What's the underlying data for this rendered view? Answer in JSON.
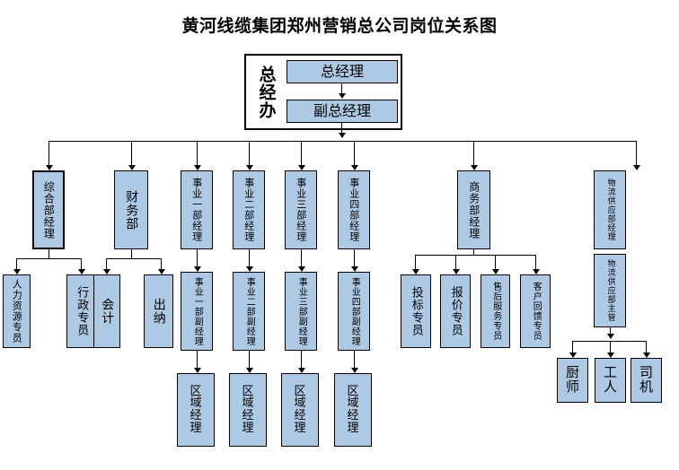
{
  "title": "黄河线缆集团郑州营销总公司岗位关系图",
  "header": {
    "group_label": "总经办",
    "gm": "总经理",
    "deputy_gm": "副总经理"
  },
  "colors": {
    "node_fill": "#aec9e3",
    "node_border": "#000000",
    "connector": "#000000",
    "background": "#ffffff",
    "text": "#000000"
  },
  "branches": [
    {
      "id": "general-affairs",
      "manager": "综合部经理",
      "children": [
        "人力资源专员",
        "行政专员"
      ]
    },
    {
      "id": "finance",
      "manager": "财务部",
      "children": [
        "会计",
        "出纳"
      ]
    },
    {
      "id": "division-1",
      "manager": "事业一部经理",
      "deputy": "事业一部副经理",
      "regional": "区域经理"
    },
    {
      "id": "division-2",
      "manager": "事业二部经理",
      "deputy": "事业二部副经理",
      "regional": "区域经理"
    },
    {
      "id": "division-3",
      "manager": "事业三部经理",
      "deputy": "事业三部副经理",
      "regional": "区域经理"
    },
    {
      "id": "division-4",
      "manager": "事业四部经理",
      "deputy": "事业四部副经理",
      "regional": "区域经理"
    },
    {
      "id": "commerce",
      "manager": "商务部经理",
      "children": [
        "投标专员",
        "报价专员",
        "售后服务专员",
        "客户回馈专员"
      ]
    },
    {
      "id": "logistics",
      "manager": "物流供应部经理",
      "supervisor": "物流供应部主管",
      "children": [
        "厨师",
        "工人",
        "司机"
      ]
    }
  ]
}
